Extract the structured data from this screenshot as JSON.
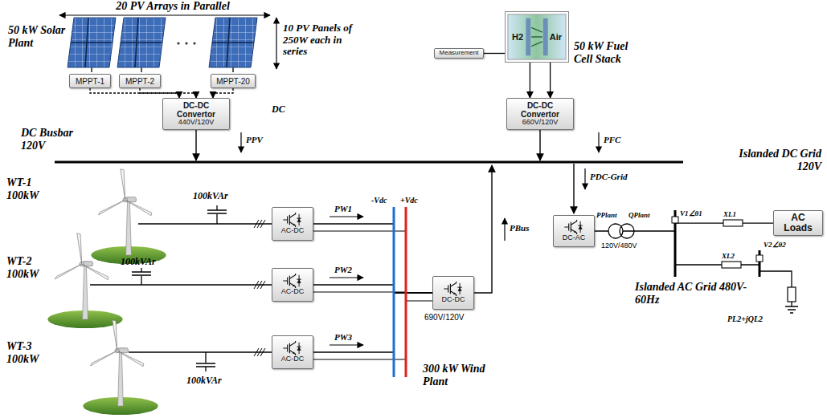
{
  "diagram": {
    "nodes": [
      {
        "text": [
          "MPPT-1"
        ]
      },
      {
        "text": [
          "MPPT-2"
        ]
      },
      {
        "text": [
          "MPPT-20"
        ]
      },
      {
        "text": [
          "DC-DC Convertor",
          "440V/120V"
        ]
      },
      {
        "text": [
          "Measurement"
        ]
      },
      {
        "text": [
          "H2",
          "Air"
        ]
      },
      {
        "text": [
          "DC-DC Convertor",
          "660V/120V"
        ]
      },
      {
        "text": [
          "AC-DC"
        ]
      },
      {
        "text": [
          "AC-DC"
        ]
      },
      {
        "text": [
          "AC-DC"
        ]
      },
      {
        "text": [
          "DC-DC"
        ]
      },
      {
        "text": [
          "DC-AC"
        ]
      },
      {
        "text": [
          "AC Loads"
        ]
      }
    ],
    "edges": [
      {
        "from": 0,
        "to": 3,
        "arrow": "to"
      },
      {
        "from": 1,
        "to": 3,
        "arrow": "to"
      },
      {
        "from": 2,
        "to": 3,
        "arrow": "to"
      },
      {
        "from": 4,
        "to": 5,
        "arrow": "none"
      },
      {
        "from": 5,
        "to": 6,
        "arrow": "to"
      },
      {
        "from": 5,
        "to": 6,
        "arrow": "to"
      },
      {
        "from": 7,
        "to": 10,
        "arrow": "none"
      },
      {
        "from": 8,
        "to": 10,
        "arrow": "none"
      },
      {
        "from": 9,
        "to": 10,
        "arrow": "none"
      },
      {
        "from": 11,
        "to": 12,
        "arrow": "none"
      }
    ],
    "labels": [
      "20 PV Arrays in Parallel",
      "50 kW Solar Plant",
      "10 PV Panels of 250W each in series",
      "DC",
      "PPV",
      "DC Busbar 120V",
      "50 kW Fuel Cell Stack",
      "PFC",
      "Islanded DC Grid 120V",
      "PDC-Grid",
      "WT-1 100kW",
      "100kVAr",
      "WT-2 100kW",
      "100kVAr",
      "WT-3 100kW",
      "100kVAr",
      "PW1",
      "PW2",
      "PW3",
      "-Vdc",
      "+Vdc",
      "690V/120V",
      "PBus",
      "300 kW Wind Plant",
      "PPlant",
      "QPlant",
      "120V/480V",
      "Islanded AC Grid 480V-60Hz",
      "V1∠θ1",
      "XL1",
      "XL2",
      "V2∠θ2",
      "PL2+jQL2"
    ]
  }
}
